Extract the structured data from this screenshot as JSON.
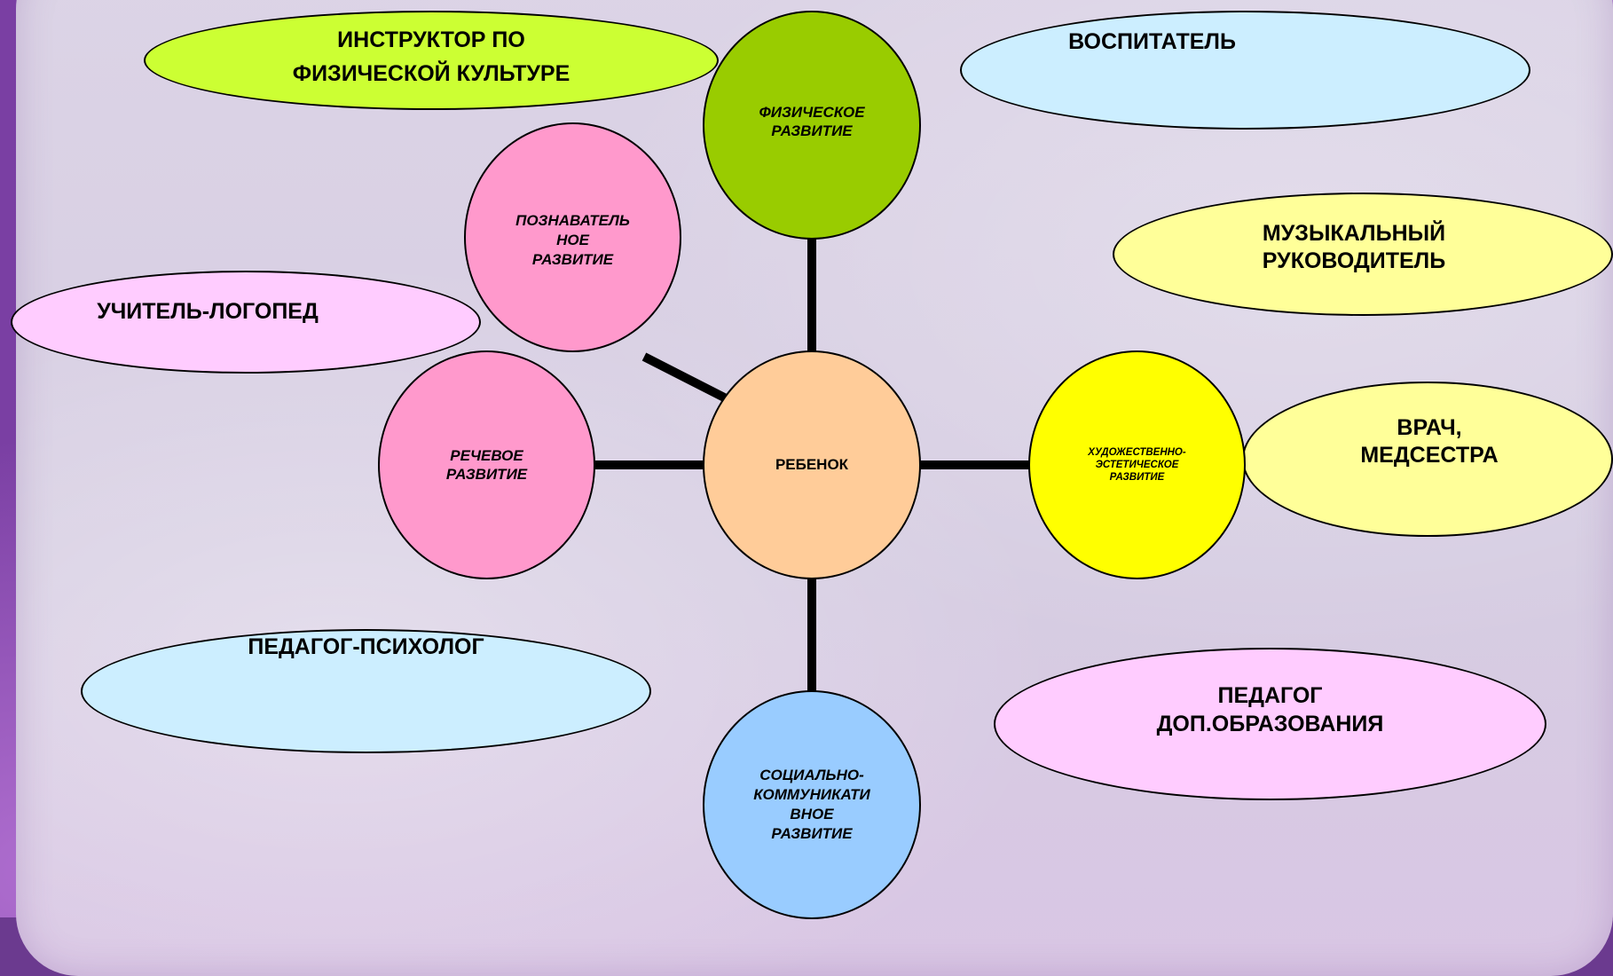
{
  "diagram": {
    "center": {
      "label": "РЕБЕНОК",
      "color": "#ffcc99"
    },
    "areas": {
      "physical": {
        "label": "ФИЗИЧЕСКОЕ\nРАЗВИТИЕ",
        "color": "#99cc00"
      },
      "cognitive": {
        "label": "ПОЗНАВАТЕЛЬ\nНОЕ\nРАЗВИТИЕ",
        "color": "#ff99cc"
      },
      "speech": {
        "label": "РЕЧЕВОЕ\nРАЗВИТИЕ",
        "color": "#ff99cc"
      },
      "artistic": {
        "label": "ХУДОЖЕСТВЕННО-\nЭСТЕТИЧЕСКОЕ\nРАЗВИТИЕ",
        "color": "#ffff00"
      },
      "social": {
        "label": "СОЦИАЛЬНО-\nКОММУНИКАТИ\nВНОЕ\nРАЗВИТИЕ",
        "color": "#99ccff"
      }
    },
    "roles": {
      "instructor": {
        "label": "ИНСТРУКТОР ПО\nФИЗИЧЕСКОЙ КУЛЬТУРЕ",
        "color": "#ccff33"
      },
      "educator": {
        "label": "ВОСПИТАТЕЛЬ",
        "color": "#cceeff"
      },
      "music": {
        "label": "МУЗЫКАЛЬНЫЙ\nРУКОВОДИТЕЛЬ",
        "color": "#ffff99"
      },
      "speech_therapist": {
        "label": "УЧИТЕЛЬ-ЛОГОПЕД",
        "color": "#ffccff"
      },
      "doctor": {
        "label": "ВРАЧ,\nМЕДСЕСТРА",
        "color": "#ffff99"
      },
      "psychologist": {
        "label": "ПЕДАГОГ-ПСИХОЛОГ",
        "color": "#cceeff"
      },
      "additional_education": {
        "label": "ПЕДАГОГ\nДОП.ОБРАЗОВАНИЯ",
        "color": "#ffccff"
      }
    }
  }
}
